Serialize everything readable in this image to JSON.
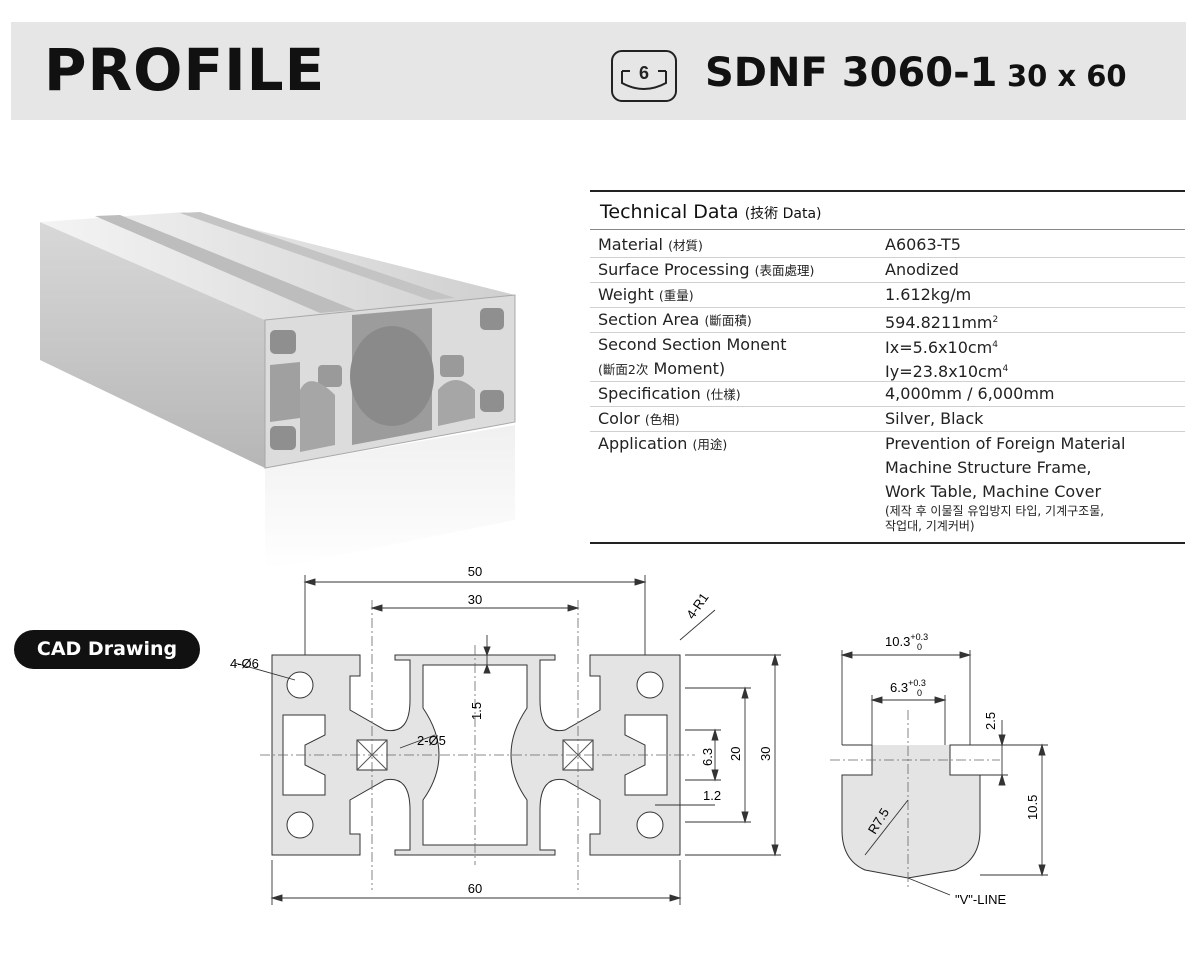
{
  "header": {
    "title": "PROFILE",
    "model": "SDNF 3060-1",
    "size": "30 x 60",
    "icon": "slot-6-icon"
  },
  "tech": {
    "title": "Technical Data",
    "title_cjk": "(技術 Data)",
    "rows": [
      {
        "label": "Material",
        "label_cjk": "(材質)",
        "value": "A6063-T5"
      },
      {
        "label": "Surface Processing",
        "label_cjk": "(表面處理)",
        "value": "Anodized"
      },
      {
        "label": "Weight",
        "label_cjk": "(重量)",
        "value": "1.612kg/m"
      },
      {
        "label": "Section Area",
        "label_cjk": "(斷面積)",
        "value": "594.8211mm",
        "value_sup": "2"
      },
      {
        "label": "Second Section Monent",
        "label_cjk": "",
        "value": "Ix=5.6x10cm",
        "value_sup": "4"
      },
      {
        "label": "Moment)",
        "label_cjk": "(斷面2次",
        "value": "Iy=23.8x10cm",
        "value_sup": "4"
      },
      {
        "label": "Specification",
        "label_cjk": "(仕樣)",
        "value": "4,000mm / 6,000mm"
      },
      {
        "label": "Color",
        "label_cjk": "(色相)",
        "value": "Silver, Black"
      },
      {
        "label": "Application",
        "label_cjk": "(用途)"
      }
    ],
    "application_lines": [
      "Prevention of Foreign Material",
      "Machine Structure Frame,",
      "Work Table, Machine Cover"
    ],
    "application_note": [
      "(제작 후 이물질 유입방지 타입, 기계구조물,",
      "작업대, 기계커버)"
    ]
  },
  "cad": {
    "badge": "CAD Drawing",
    "dims": {
      "w50": "50",
      "w30": "30",
      "w60": "60",
      "r1": "4-R1",
      "d6": "4-Ø6",
      "d5": "2-Ø5",
      "t15": "1.5",
      "h63": "6.3",
      "h20": "20",
      "h30": "30",
      "t12": "1.2"
    },
    "slot": {
      "w103": "10.3",
      "w103_tol_up": "+0.3",
      "w103_tol_low": "0",
      "w63": "6.3",
      "w63_tol_up": "+0.3",
      "w63_tol_low": "0",
      "d25": "2.5",
      "d105": "10.5",
      "r75": "R7.5",
      "vline": "\"V\"-LINE"
    }
  },
  "colors": {
    "header_bg": "#e6e6e6",
    "badge_bg": "#111111",
    "profile_fill": "#e4e4e4"
  }
}
